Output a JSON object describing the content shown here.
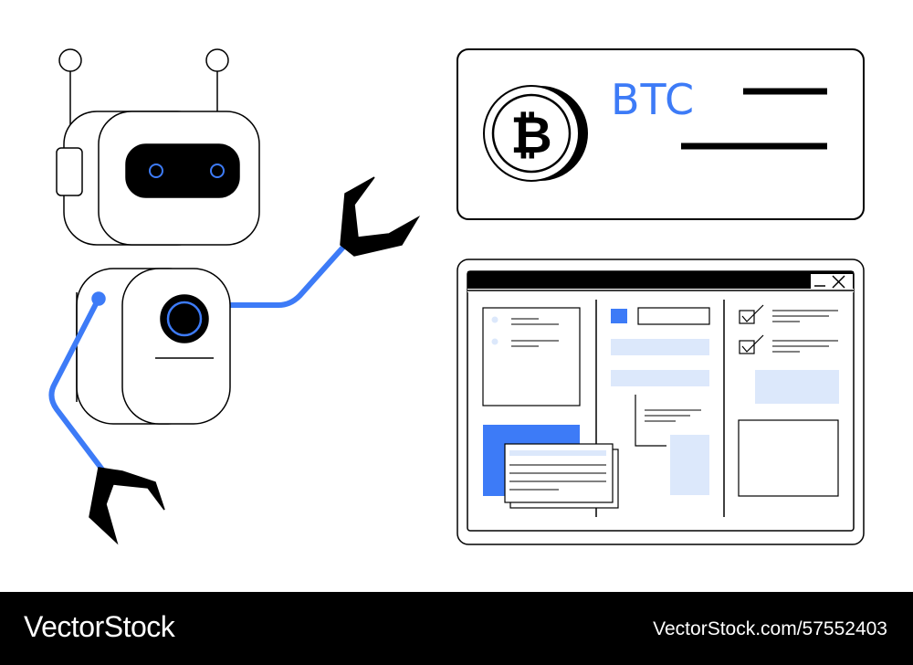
{
  "card": {
    "currency": "BTC",
    "coin_icon": "bitcoin-icon"
  },
  "footer": {
    "brand": "VectorStock",
    "url": "VectorStock.com/57552403"
  },
  "colors": {
    "accent": "#3d7bf7",
    "accent_light": "#dce8fb",
    "ink": "#000000",
    "background": "#ffffff"
  }
}
